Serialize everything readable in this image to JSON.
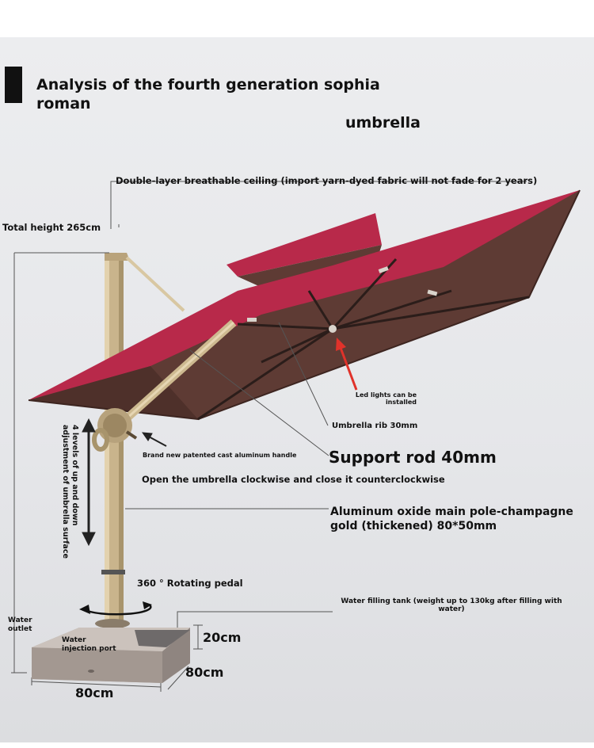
{
  "title": {
    "line1": "Analysis of the fourth generation sophia roman",
    "line2": "umbrella"
  },
  "labels": {
    "ceiling": "Double-layer breathable ceiling (import yarn-dyed fabric will not fade for 2 years)",
    "total_height": "Total height 265cm",
    "led_line1": "Led lights can be",
    "led_line2": "installed",
    "rib": "Umbrella rib 30mm",
    "handle": "Brand new patented cast aluminum handle",
    "support_rod": "Support rod 40mm",
    "open_close": "Open the umbrella clockwise and close it counterclockwise",
    "main_pole_line1": "Aluminum oxide main pole-champagne",
    "main_pole_line2": "gold (thickened) 80*50mm",
    "adjust": "4 levels of up and down adjustment of umbrella surface",
    "pedal": "360 ° Rotating pedal",
    "tank_line1": "Water filling tank (weight up to 130kg after filling with",
    "tank_line2": "water)",
    "water_outlet_line1": "Water",
    "water_outlet_line2": "outlet",
    "injection_line1": "Water",
    "injection_line2": "injection port",
    "dim_height": "20cm",
    "dim_depth": "80cm",
    "dim_width": "80cm"
  },
  "colors": {
    "canopy_top": "#b8294a",
    "canopy_under": "#5e3b34",
    "pole": "#c9b48c",
    "base": "#b7ada6",
    "arrow_red": "#e0322a"
  }
}
